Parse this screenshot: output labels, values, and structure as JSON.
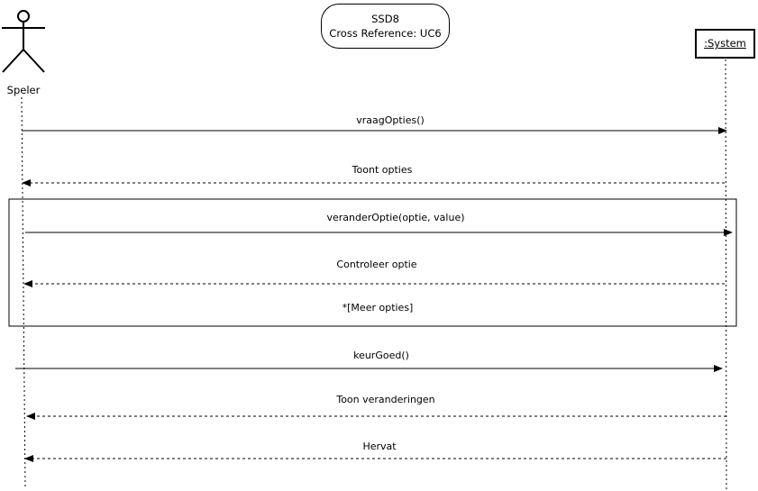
{
  "diagram": {
    "title_note": {
      "line1": "SSD8",
      "line2": "Cross Reference: UC6"
    },
    "actor": {
      "name": "Speler"
    },
    "system": {
      "name": ":System"
    },
    "loop_guard": "*[Meer opties]",
    "messages": [
      {
        "label": "vraagOpties()",
        "kind": "call"
      },
      {
        "label": "Toont opties",
        "kind": "return"
      },
      {
        "label": "veranderOptie(optie, value)",
        "kind": "call"
      },
      {
        "label": "Controleer optie",
        "kind": "return"
      },
      {
        "label": "keurGoed()",
        "kind": "call"
      },
      {
        "label": "Toon veranderingen",
        "kind": "return"
      },
      {
        "label": "Hervat",
        "kind": "return"
      }
    ]
  }
}
